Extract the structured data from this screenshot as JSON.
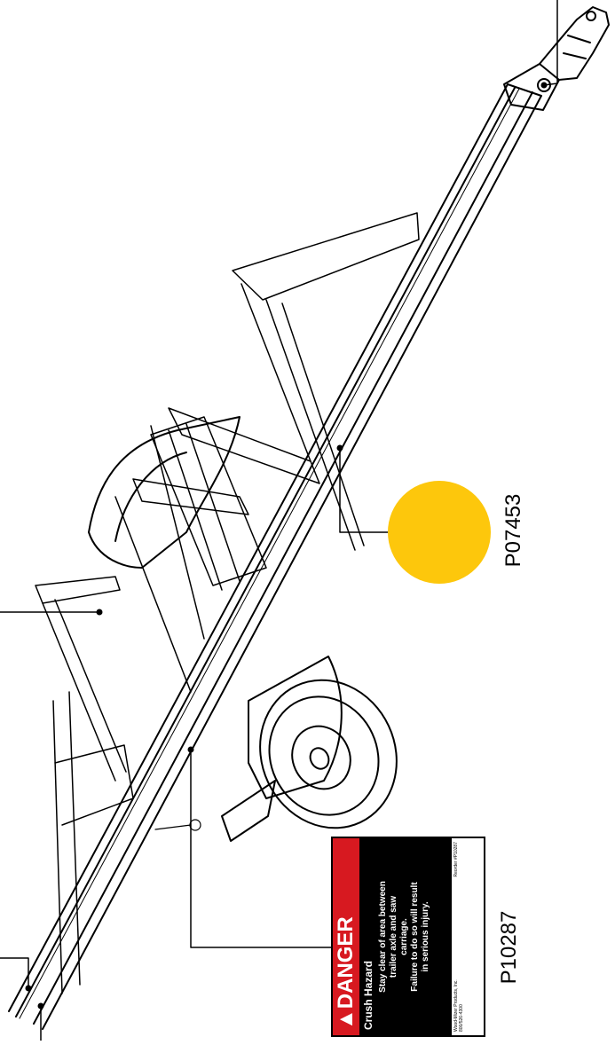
{
  "decal_color": "#fdc70c",
  "danger_red": "#d71920",
  "labels": {
    "yellow_circle_part": "P07453",
    "danger_decal_part": "P10287"
  },
  "decal": {
    "signal_word": "DANGER",
    "hazard": "Crush Hazard",
    "line1": "Stay clear of area between",
    "line2": "trailer axle and saw",
    "line3": "carriage.",
    "line4": "Failure to do so will result",
    "line5": "in serious injury.",
    "company": "Wood-Mizer Products, Inc.",
    "phone": "800/526-4300",
    "reorder": "Reorder #P10287"
  }
}
